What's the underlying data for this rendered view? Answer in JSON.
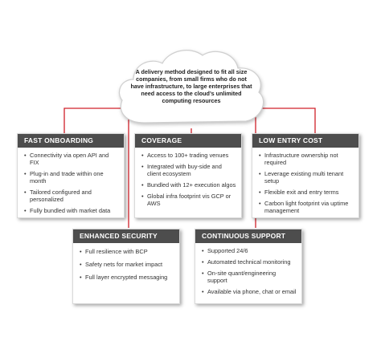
{
  "cloud": {
    "text": "A delivery method designed to fit all size companies, from small firms who do not have infrastructure, to large enterprises that need access to the cloud’s unlimited computing resources"
  },
  "boxes": [
    {
      "title": "FAST ONBOARDING",
      "items": [
        "Connectivity via open API and FIX",
        "Plug-in and trade within one month",
        "Tailored configured and personalized",
        "Fully bundled with market data"
      ]
    },
    {
      "title": "COVERAGE",
      "items": [
        "Access to 100+ trading venues",
        "Integrated with buy-side and client ecosystem",
        "Bundled with 12+ execution algos",
        "Global infra footprint vis GCP or AWS"
      ]
    },
    {
      "title": "LOW ENTRY COST",
      "items": [
        "Infrastructure ownership not required",
        "Leverage existing multi tenant setup",
        "Flexible exit and entry terms",
        "Carbon light footprint via uptime management"
      ]
    },
    {
      "title": "ENHANCED SECURITY",
      "items": [
        "Full resilience with BCP",
        "Safety nets for market impact",
        "Full layer encrypted messaging"
      ]
    },
    {
      "title": "CONTINUOUS SUPPORT",
      "items": [
        "Supported 24/6",
        "Automated technical monitoring",
        "On-site quant/engineering support",
        "Available via phone, chat or email"
      ]
    }
  ],
  "colors": {
    "connector": "#d0212a",
    "header": "#4d4d4d"
  }
}
